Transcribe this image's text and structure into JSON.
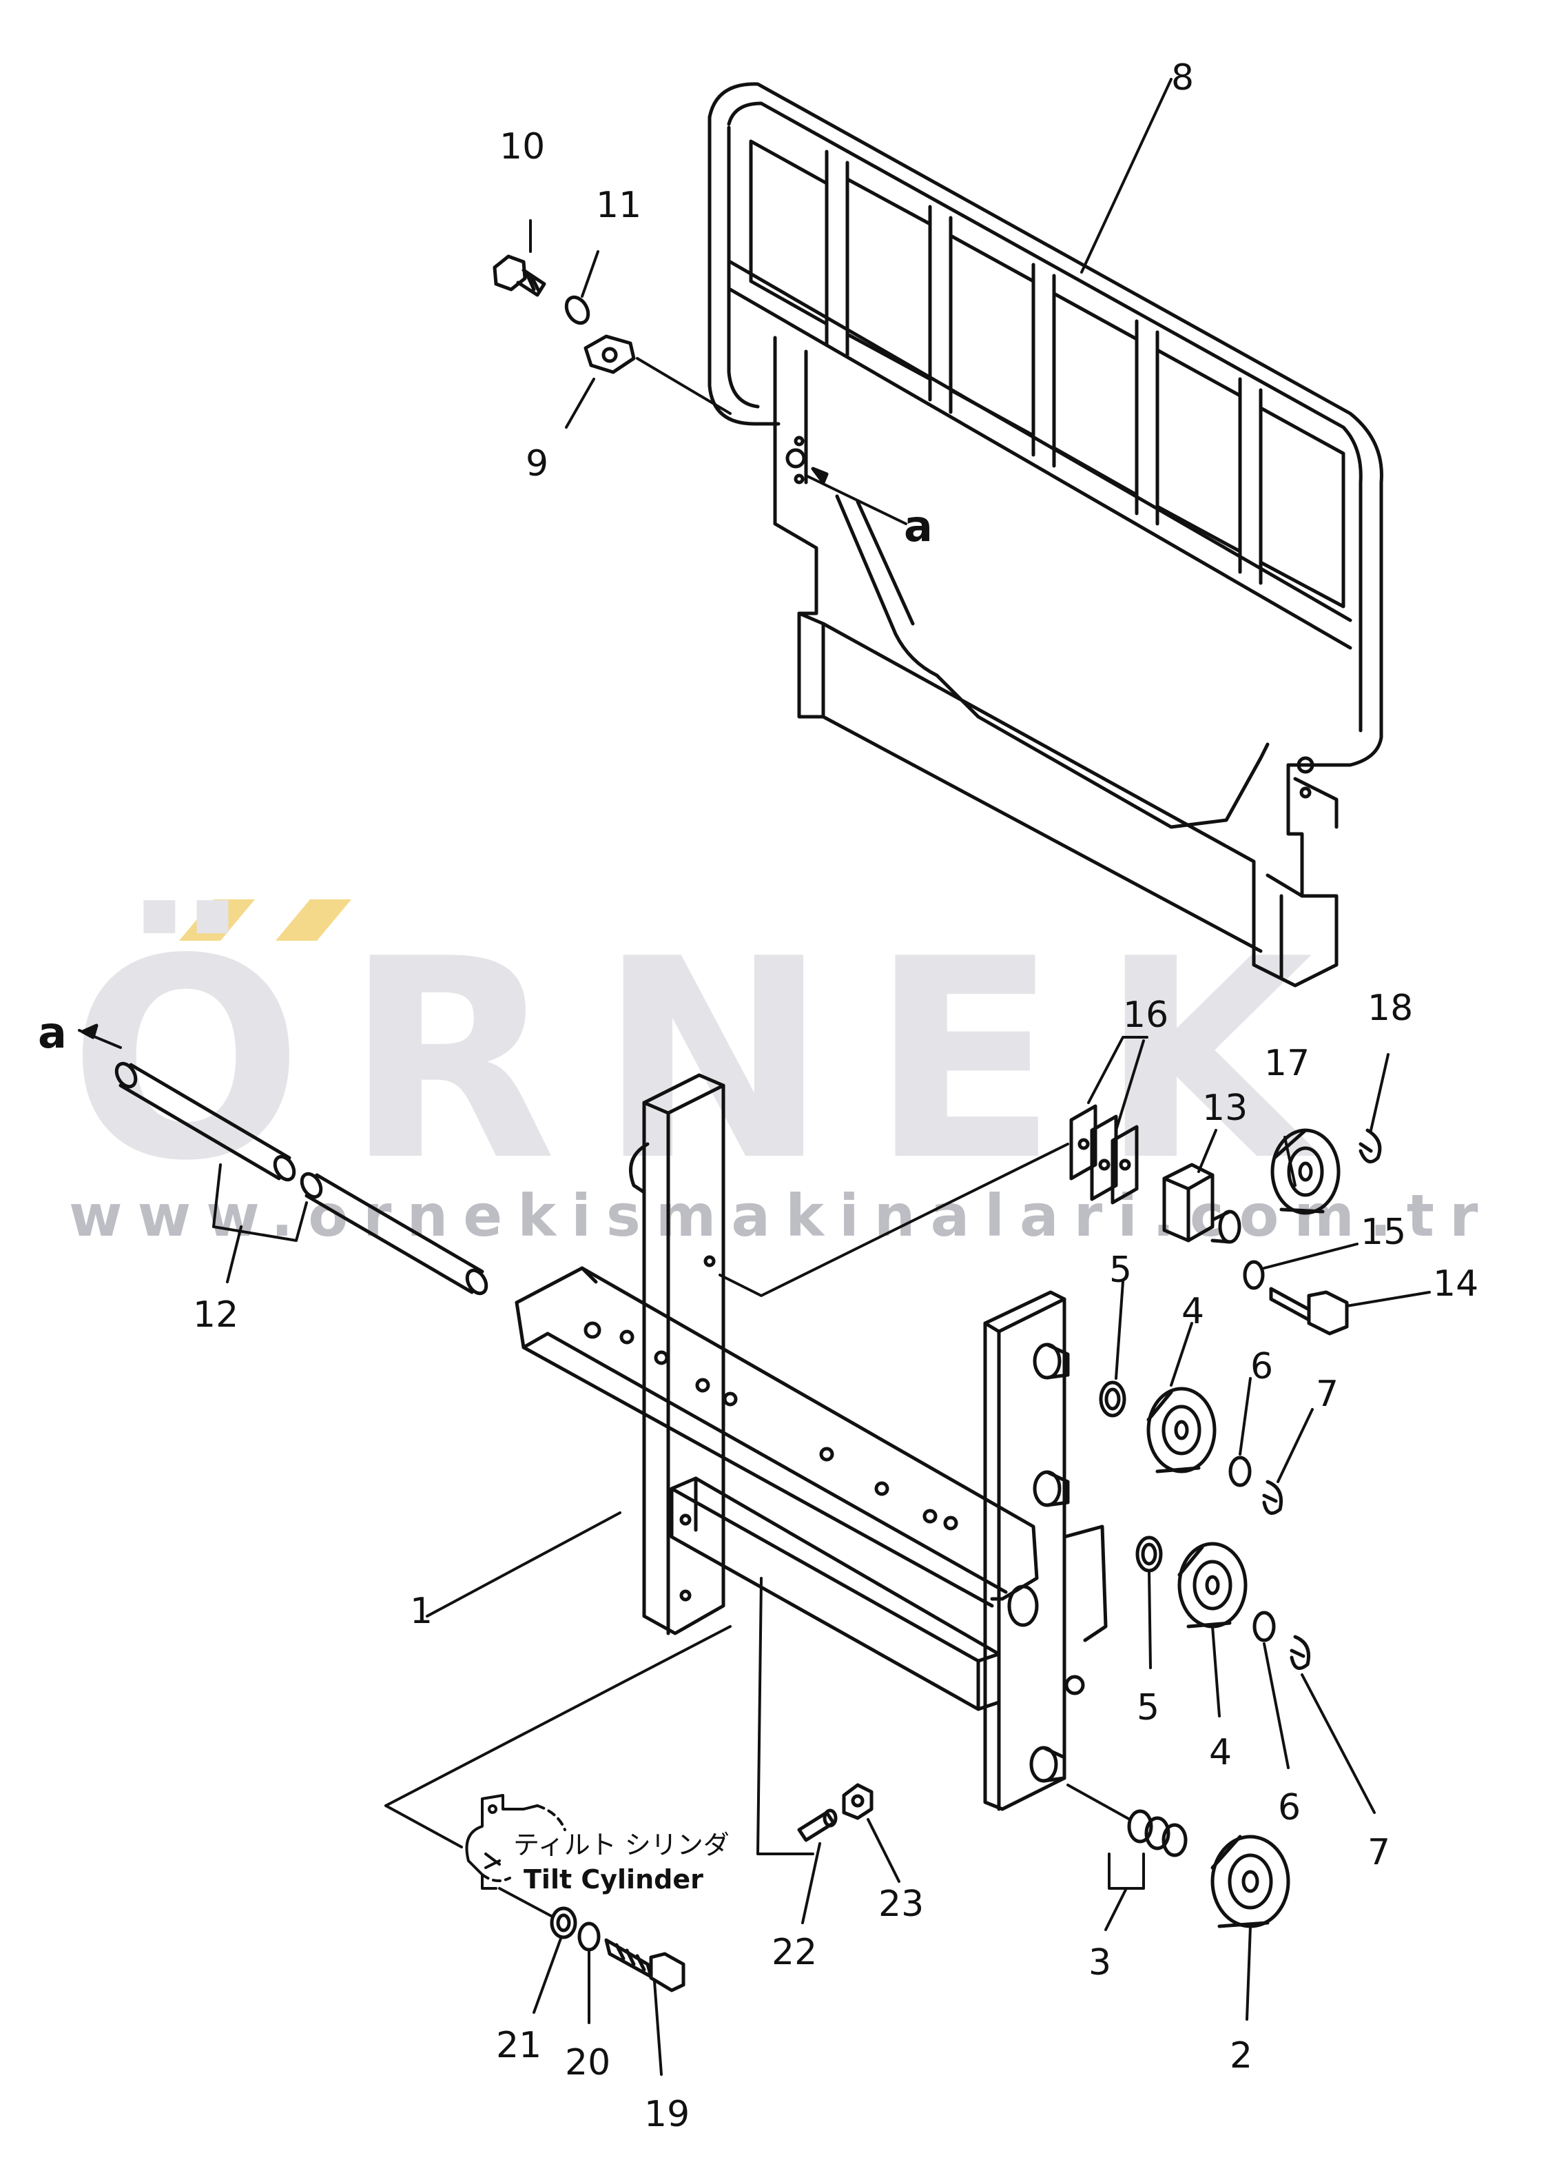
{
  "watermark": {
    "brand": "ÖRNEK",
    "url": "www.ornekismakinalari.com.tr",
    "accent_color": "#f4d98a",
    "text_color": "#e4e4e8"
  },
  "callouts": [
    {
      "id": "p1",
      "label": "1"
    },
    {
      "id": "p2",
      "label": "2"
    },
    {
      "id": "p3",
      "label": "3"
    },
    {
      "id": "p4a",
      "label": "4"
    },
    {
      "id": "p4b",
      "label": "4"
    },
    {
      "id": "p5a",
      "label": "5"
    },
    {
      "id": "p5b",
      "label": "5"
    },
    {
      "id": "p6a",
      "label": "6"
    },
    {
      "id": "p6b",
      "label": "6"
    },
    {
      "id": "p7a",
      "label": "7"
    },
    {
      "id": "p7b",
      "label": "7"
    },
    {
      "id": "p8",
      "label": "8"
    },
    {
      "id": "p9",
      "label": "9"
    },
    {
      "id": "p10",
      "label": "10"
    },
    {
      "id": "p11",
      "label": "11"
    },
    {
      "id": "p12",
      "label": "12"
    },
    {
      "id": "p13",
      "label": "13"
    },
    {
      "id": "p14",
      "label": "14"
    },
    {
      "id": "p15",
      "label": "15"
    },
    {
      "id": "p16",
      "label": "16"
    },
    {
      "id": "p17",
      "label": "17"
    },
    {
      "id": "p18",
      "label": "18"
    },
    {
      "id": "p19",
      "label": "19"
    },
    {
      "id": "p20",
      "label": "20"
    },
    {
      "id": "p21",
      "label": "21"
    },
    {
      "id": "p22",
      "label": "22"
    },
    {
      "id": "p23",
      "label": "23"
    }
  ],
  "reference_marks": [
    {
      "id": "a-top",
      "label": "a"
    },
    {
      "id": "a-left",
      "label": "a"
    }
  ],
  "tilt_cylinder": {
    "jp": "ティルト シリンダ",
    "en": "Tilt Cylinder"
  }
}
